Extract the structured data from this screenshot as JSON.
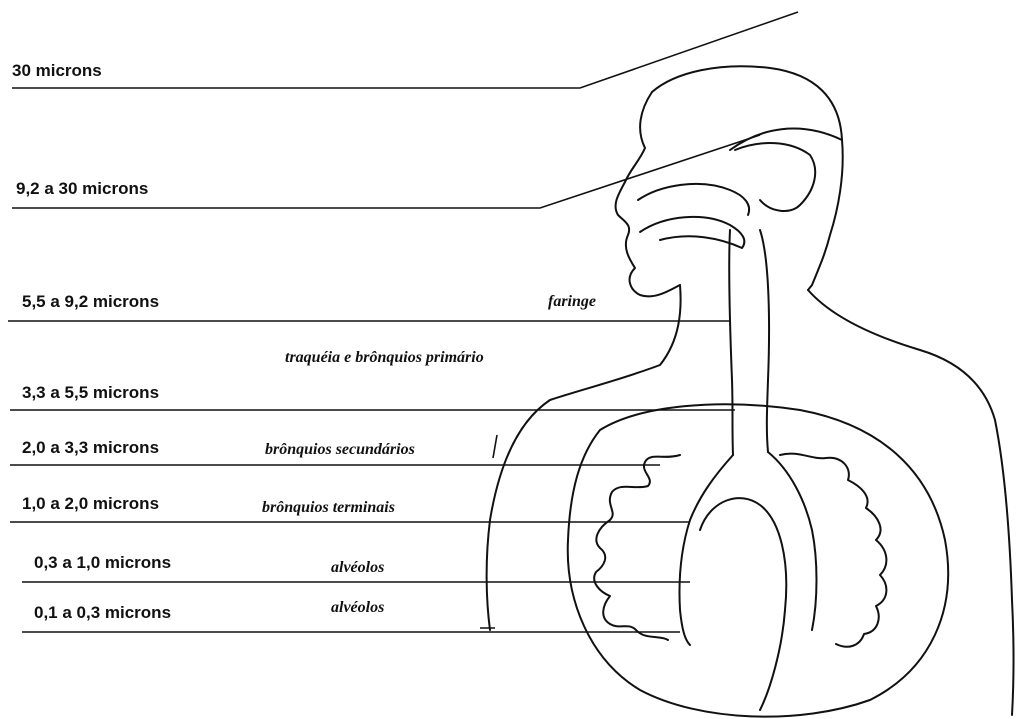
{
  "diagram": {
    "particle_sizes": [
      "30 microns",
      "9,2 a 30 microns",
      "5,5 a 9,2 microns",
      "3,3 a 5,5 microns",
      "2,0 a 3,3 microns",
      "1,0 a 2,0 microns",
      "0,3 a 1,0 microns",
      "0,1 a 0,3 microns"
    ],
    "regions": {
      "faringe": "faringe",
      "traqueia": "traquéia e brônquios primário",
      "bronquios_secundarios": "brônquios secundários",
      "bronquios_terminais": "brônquios terminais",
      "alveolos_1": "alvéolos",
      "alveolos_2": "alvéolos"
    }
  }
}
